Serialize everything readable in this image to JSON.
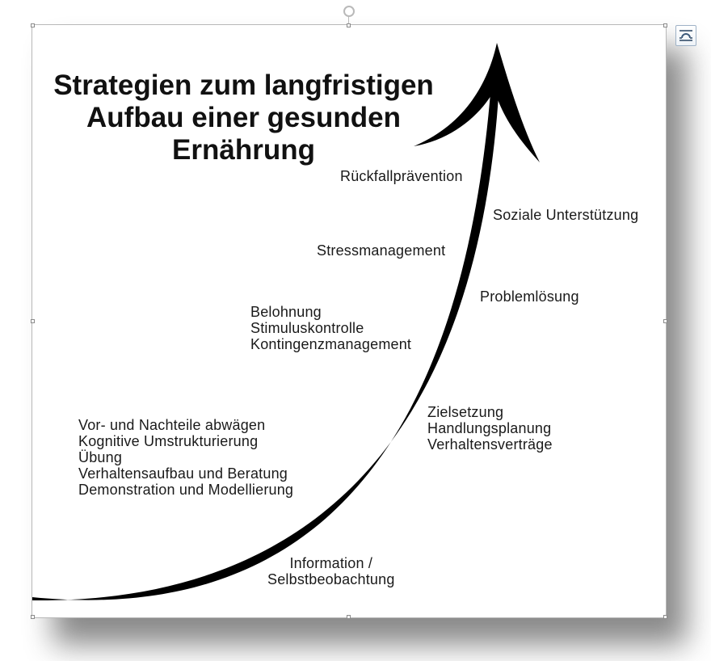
{
  "diagram": {
    "title": "Strategien zum langfristigen\nAufbau einer gesunden\nErnährung",
    "labels": {
      "rueckfall": "Rückfallprävention",
      "soziale": "Soziale Unterstützung",
      "stress": "Stressmanagement",
      "problem": "Problemlösung",
      "belohnung": "Belohnung\nStimuluskontrolle\nKontingenzmanagement",
      "ziel": "Zielsetzung\nHandlungsplanung\nVerhaltensverträge",
      "vor": "Vor- und Nachteile abwägen\nKognitive Umstrukturierung\nÜbung\nVerhaltensaufbau und Beratung\nDemonstration und Modellierung",
      "info": "Information /\nSelbstbeobachtung"
    },
    "arrow_color": "#000000"
  },
  "ui": {
    "layout_options_icon": "layout-options-icon",
    "rotate_handle_icon": "rotate-handle-icon"
  }
}
